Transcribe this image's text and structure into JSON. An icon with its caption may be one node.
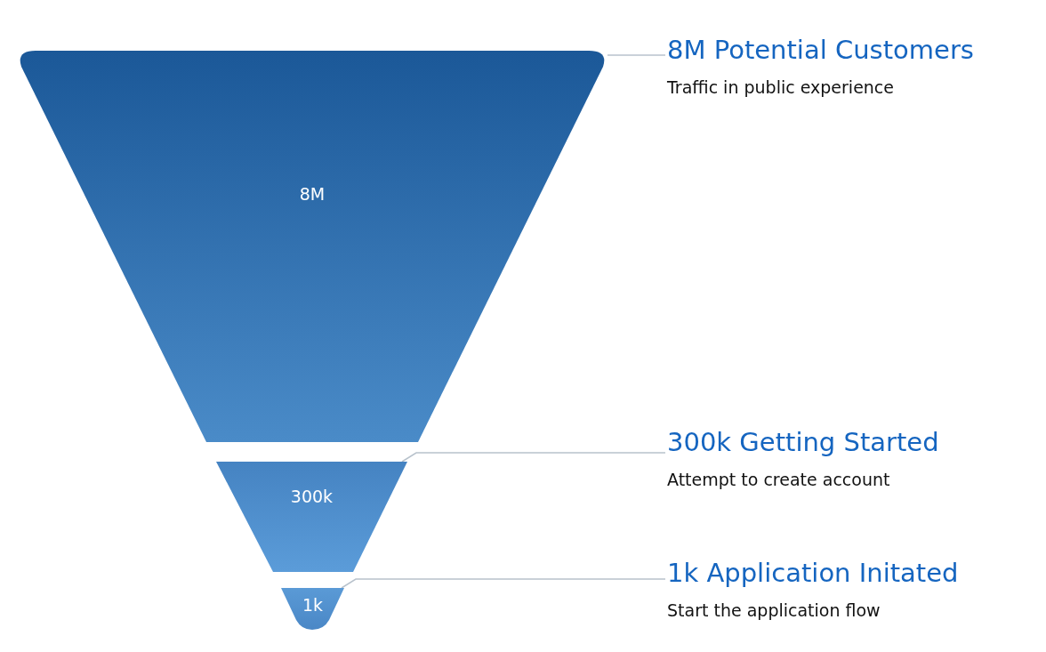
{
  "diagram": {
    "nodes": [
      {
        "text": [
          "8M"
        ]
      },
      {
        "text": [
          "300k"
        ]
      },
      {
        "text": [
          "1k"
        ]
      },
      {
        "text": [
          "8M Potential Customers",
          "Traffic in public experience"
        ]
      },
      {
        "text": [
          "300k Getting Started",
          "Attempt to create account"
        ]
      },
      {
        "text": [
          "1k Application Initated",
          "Start the application flow"
        ]
      }
    ],
    "edges": [
      {
        "from": 3,
        "to": 0,
        "arrow": "none"
      },
      {
        "from": 4,
        "to": 1,
        "arrow": "none"
      },
      {
        "from": 5,
        "to": 2,
        "arrow": "none"
      }
    ]
  }
}
